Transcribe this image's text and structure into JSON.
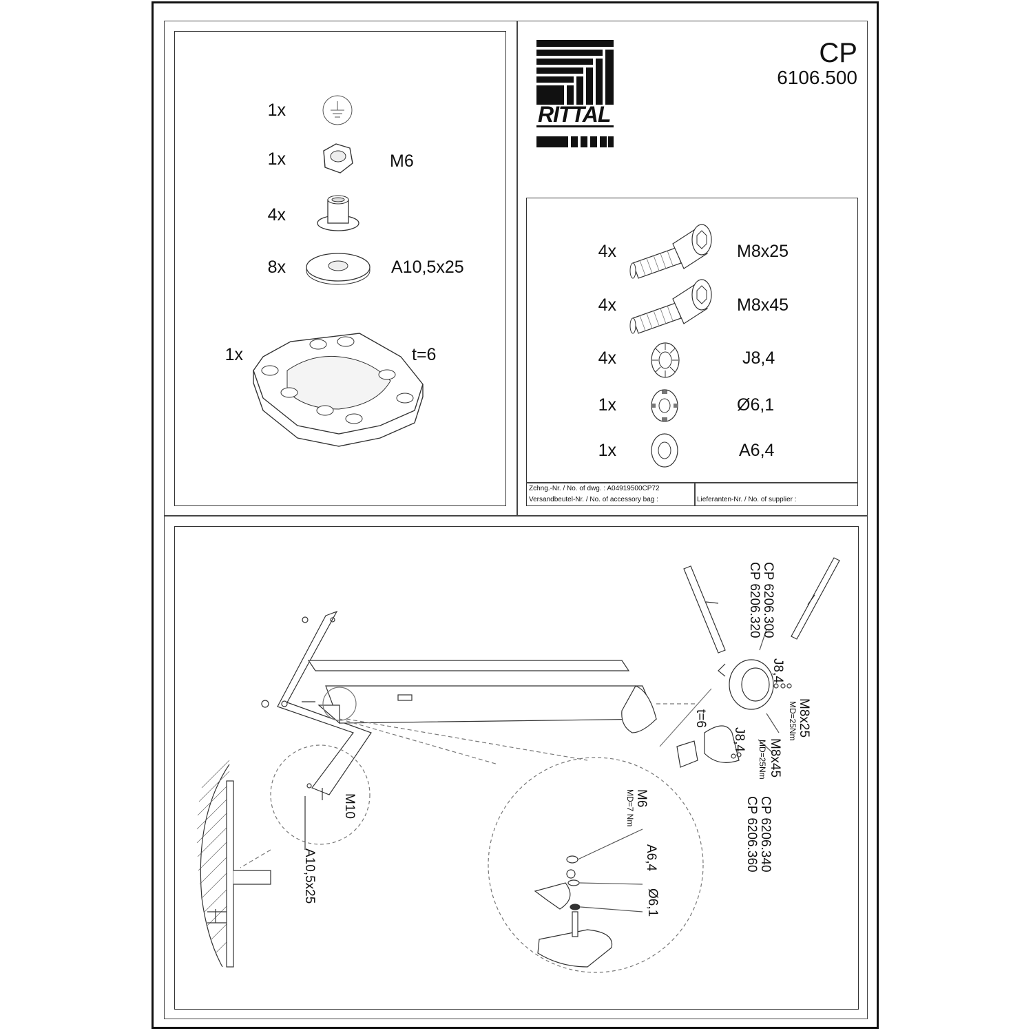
{
  "header": {
    "code": "CP",
    "number": "6106.500",
    "logo_text": "RITTAL"
  },
  "left_parts": [
    {
      "qty": "1x",
      "label": "",
      "icon": "earth-symbol-icon"
    },
    {
      "qty": "1x",
      "label": "M6",
      "icon": "hex-nut-icon"
    },
    {
      "qty": "4x",
      "label": "",
      "icon": "bushing-icon"
    },
    {
      "qty": "8x",
      "label": "A10,5x25",
      "icon": "washer-icon"
    },
    {
      "qty": "1x",
      "label": "t=6",
      "icon": "base-plate-icon"
    }
  ],
  "right_parts": [
    {
      "qty": "4x",
      "label": "M8x25",
      "icon": "socket-screw-icon"
    },
    {
      "qty": "4x",
      "label": "M8x45",
      "icon": "socket-screw-long-icon"
    },
    {
      "qty": "4x",
      "label": "J8,4",
      "icon": "serrated-washer-icon"
    },
    {
      "qty": "1x",
      "label": "Ø6,1",
      "icon": "contact-washer-icon"
    },
    {
      "qty": "1x",
      "label": "A6,4",
      "icon": "flat-washer-icon"
    }
  ],
  "footer": {
    "drawing_no": "Zchng.-Nr. / No. of dwg. : A04919500CP72",
    "bag_no": "Versandbeutel-Nr. / No. of accessory bag :",
    "supplier_no": "Lieferanten-Nr. / No. of supplier :"
  },
  "assembly_labels": {
    "cp_top_1": "CP 6206.300",
    "cp_top_2": "CP 6206.320",
    "j84_top": "J8,4",
    "m8x25": "M8x25",
    "md25_a": "MD=25Nm",
    "t6": "t=6",
    "j84_bottom": "J8,4",
    "m8x45": "M8x45",
    "md25_b": "MD=25Nm",
    "cp_bottom_1": "CP 6206.340",
    "cp_bottom_2": "CP 6206.360",
    "m10": "M10",
    "a105x25": "A10,5x25",
    "m6": "M6",
    "md7": "MD=7 Nm",
    "a64": "A6,4",
    "d61": "Ø6,1"
  }
}
